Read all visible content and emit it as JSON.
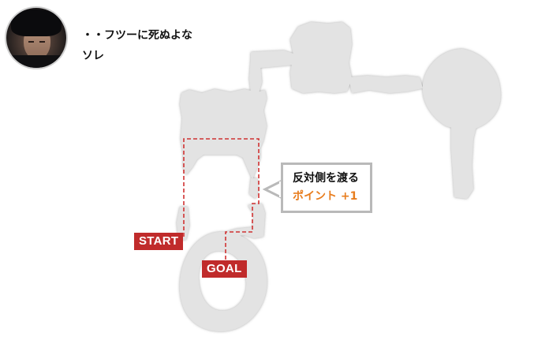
{
  "character": {
    "icon": "character-portrait",
    "dialog_line1": "・・フツーに死ぬよな",
    "dialog_line2": "ソレ"
  },
  "callout": {
    "title": "反対側を渡る",
    "reward": "ポイント +1",
    "reward_color": "#e87d1e"
  },
  "markers": {
    "start_label": "START",
    "goal_label": "GOAL",
    "marker_color": "#c02b2b"
  },
  "map": {
    "floor_color": "#e3e3e3",
    "route_color": "#d03232"
  }
}
